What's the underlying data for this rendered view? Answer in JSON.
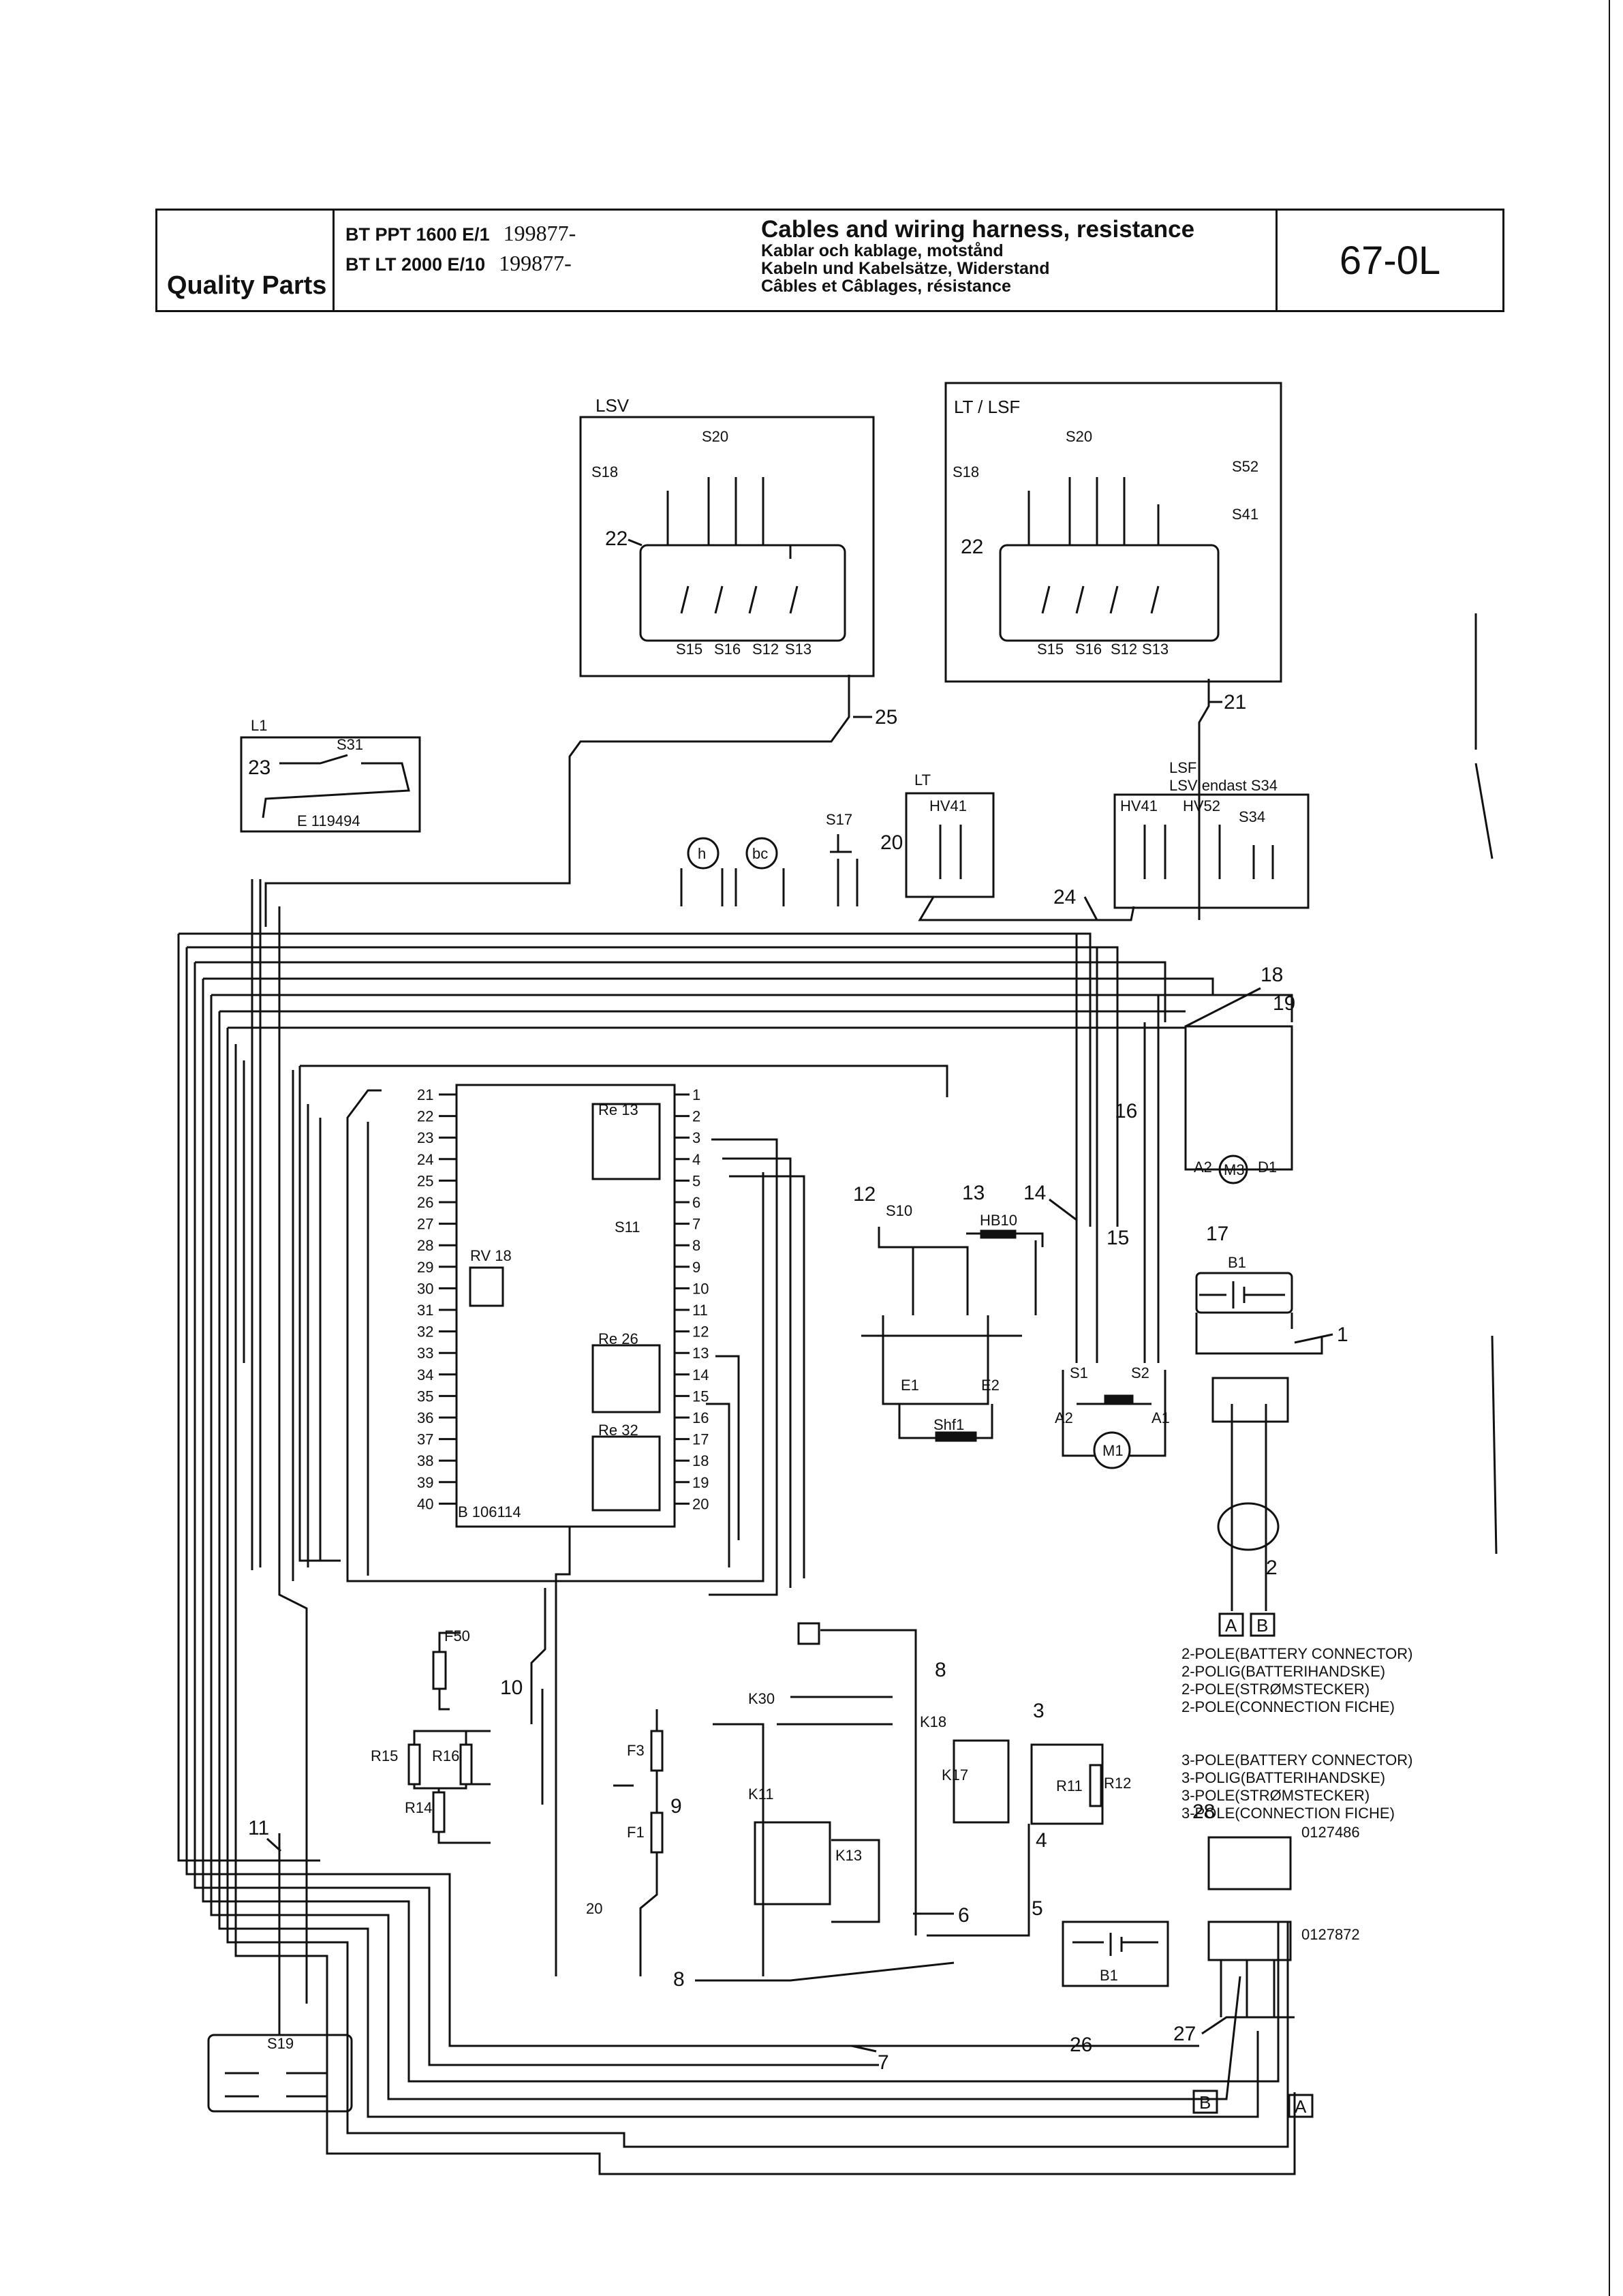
{
  "header": {
    "brand": "Quality Parts",
    "models": [
      {
        "name": "BT PPT 1600 E/1",
        "serial": "199877-"
      },
      {
        "name": "BT LT 2000 E/10",
        "serial": "199877-"
      }
    ],
    "title": "Cables and wiring harness, resistance",
    "subtitles": [
      "Kablar och kablage, motstånd",
      "Kabeln und Kabelsätze, Widerstand",
      "Câbles et Câblages, résistance"
    ],
    "page_code": "67-0L"
  },
  "boxes": {
    "lsv_title": "LSV",
    "lt_lsf_title": "LT / LSF",
    "l1_title": "L1",
    "l1_code": "E 119494",
    "lt_title": "LT",
    "lsf_title": "LSF",
    "lsv_sub_title": "LSV endast S34",
    "ctrl_code": "B 106114",
    "s19": "S19"
  },
  "components": {
    "S20": "S20",
    "S18": "S18",
    "S15": "S15",
    "S16": "S16",
    "S12": "S12",
    "S13": "S13",
    "S52": "S52",
    "S41": "S41",
    "S31": "S31",
    "S17": "S17",
    "HV41": "HV41",
    "HV52": "HV52",
    "S34": "S34",
    "Re13": "Re 13",
    "S11": "S11",
    "RV18": "RV 18",
    "Re26": "Re 26",
    "Re32": "Re 32",
    "S10": "S10",
    "HB10": "HB10",
    "Shfl": "Shf1",
    "E1": "E1",
    "E2": "E2",
    "S1": "S1",
    "S2": "S2",
    "M1": "M1",
    "M3": "M3",
    "A2": "A2",
    "A1": "A1",
    "D1": "D1",
    "B1": "B1",
    "F50": "F50",
    "R15": "R15",
    "R16": "R16",
    "R14": "R14",
    "F3": "F3",
    "F1": "F1",
    "K30": "K30",
    "K11": "K11",
    "K13": "K13",
    "K18": "K18",
    "K17": "K17",
    "R11": "R11",
    "R12": "R12",
    "h": "h",
    "bc": "bc",
    "A": "A",
    "B": "B",
    "part1": "0127486",
    "part2": "0127872"
  },
  "callouts": [
    "1",
    "2",
    "3",
    "4",
    "5",
    "6",
    "7",
    "8",
    "9",
    "10",
    "11",
    "12",
    "13",
    "14",
    "15",
    "16",
    "17",
    "18",
    "19",
    "20",
    "21",
    "22",
    "23",
    "24",
    "25",
    "26",
    "27",
    "28"
  ],
  "connector_notes": {
    "two_pole": [
      "2-POLE(BATTERY CONNECTOR)",
      "2-POLIG(BATTERIHANDSKE)",
      "2-POLE(STRØMSTECKER)",
      "2-POLE(CONNECTION FICHE)"
    ],
    "three_pole": [
      "3-POLE(BATTERY CONNECTOR)",
      "3-POLIG(BATTERIHANDSKE)",
      "3-POLE(STRØMSTECKER)",
      "3-POLE(CONNECTION FICHE)"
    ]
  },
  "terminals_left": [
    "21",
    "22",
    "23",
    "24",
    "25",
    "26",
    "27",
    "28",
    "29",
    "30",
    "31",
    "32",
    "33",
    "34",
    "35",
    "36",
    "37",
    "38",
    "39",
    "40"
  ],
  "terminals_right": [
    "1",
    "2",
    "3",
    "4",
    "5",
    "6",
    "7",
    "8",
    "9",
    "10",
    "11",
    "12",
    "13",
    "14",
    "15",
    "16",
    "17",
    "18",
    "19",
    "20"
  ]
}
